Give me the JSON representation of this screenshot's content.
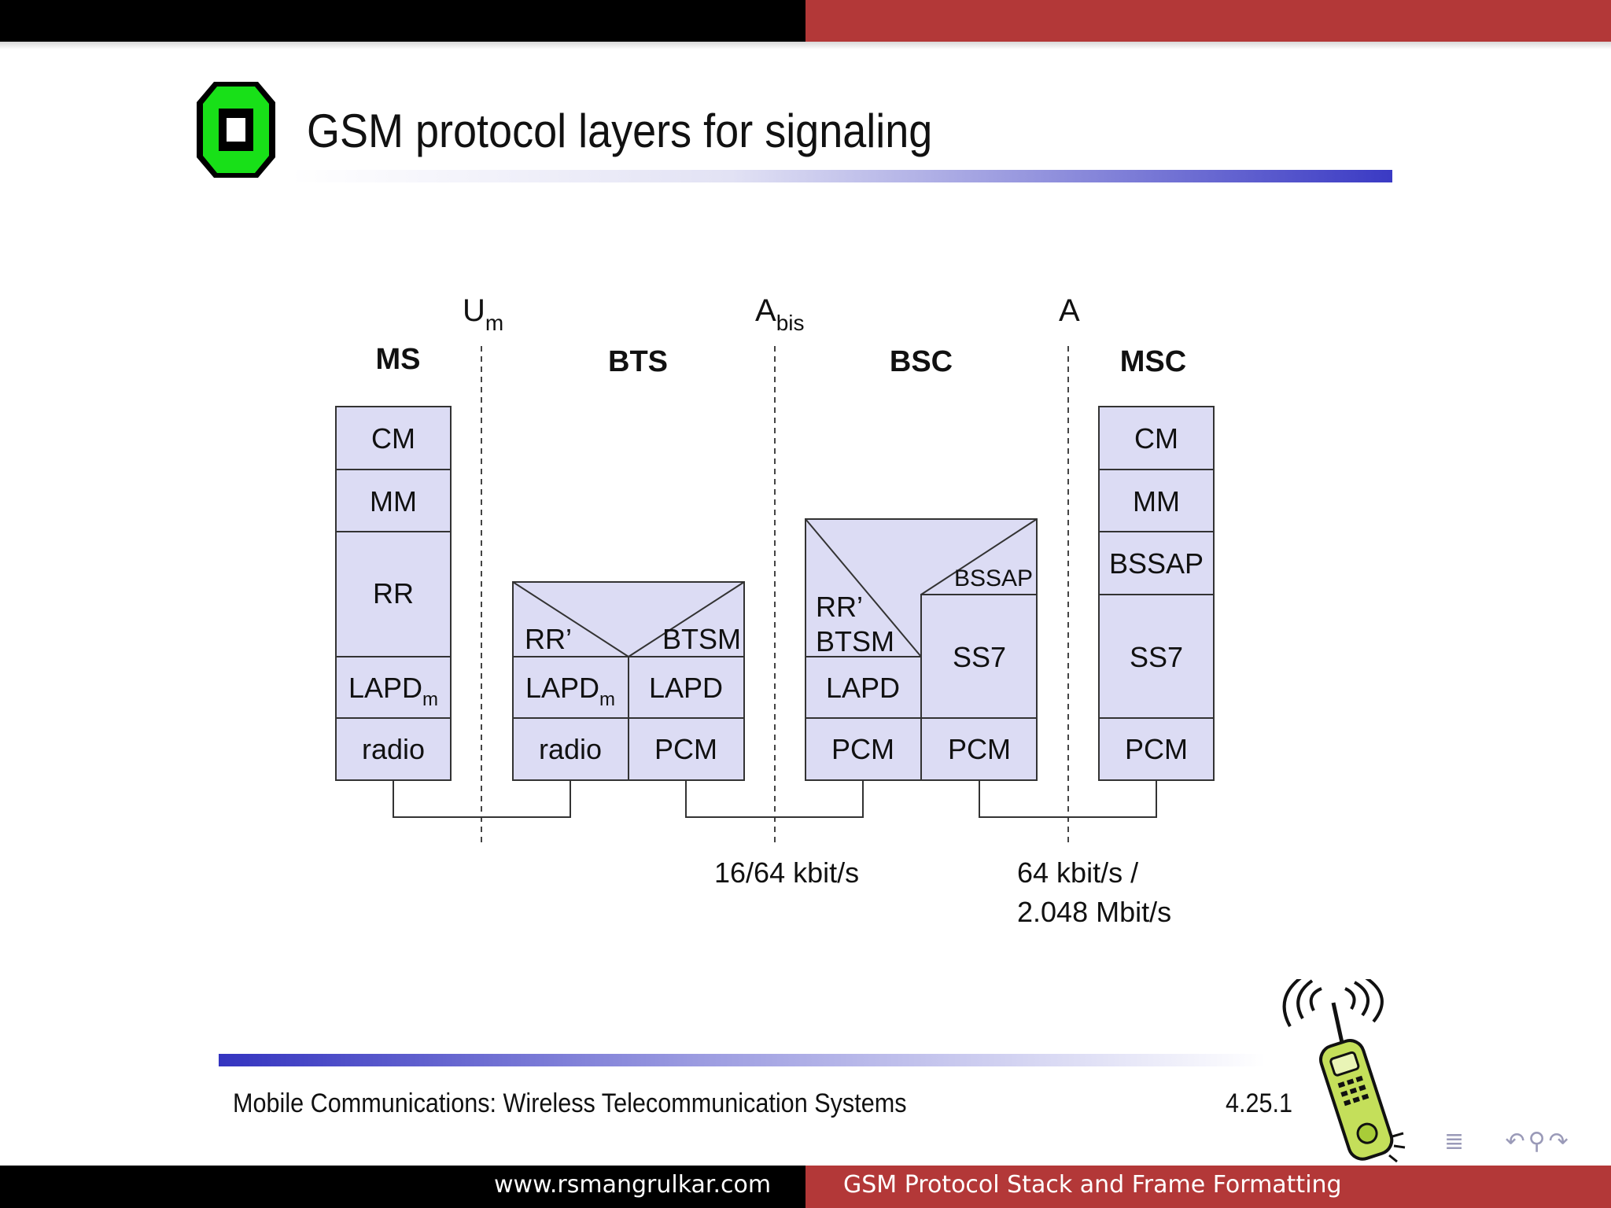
{
  "slide": {
    "title": "GSM protocol layers for signaling",
    "footer_left": "Mobile Communications: Wireless  Telecommunication Systems",
    "footer_number": "4.25.1"
  },
  "bottom_bar": {
    "left": "www.rsmangrulkar.com",
    "right": "GSM Protocol Stack and Frame Formatting"
  },
  "colors": {
    "box_fill": "#dcdcf4",
    "accent_red": "#b33838",
    "logo_green": "#18e018"
  },
  "nav_icons": [
    "list-icon",
    "undo-icon",
    "search-icon",
    "redo-icon"
  ],
  "diagram": {
    "interfaces": [
      {
        "main": "U",
        "sub": "m"
      },
      {
        "main": "A",
        "sub": "bis"
      },
      {
        "main": "A",
        "sub": ""
      }
    ],
    "nodes": [
      "MS",
      "BTS",
      "BSC",
      "MSC"
    ],
    "ms_stack": {
      "cm": "CM",
      "mm": "MM",
      "rr": "RR",
      "lapdm": "LAPD",
      "lapdm_sub": "m",
      "radio": "radio"
    },
    "bts_stack": {
      "rr_prime": "RR’",
      "btsm": "BTSM",
      "lapdm": "LAPD",
      "lapdm_sub": "m",
      "lapd": "LAPD",
      "radio": "radio",
      "pcm": "PCM"
    },
    "bsc_stack": {
      "rr_prime": "RR’",
      "btsm": "BTSM",
      "bssap": "BSSAP",
      "lapd": "LAPD",
      "ss7": "SS7",
      "pcm_left": "PCM",
      "pcm_right": "PCM"
    },
    "msc_stack": {
      "cm": "CM",
      "mm": "MM",
      "bssap": "BSSAP",
      "ss7": "SS7",
      "pcm": "PCM"
    },
    "rates": {
      "abis": "16/64 kbit/s",
      "a_line1": "64 kbit/s /",
      "a_line2": "2.048 Mbit/s"
    }
  }
}
